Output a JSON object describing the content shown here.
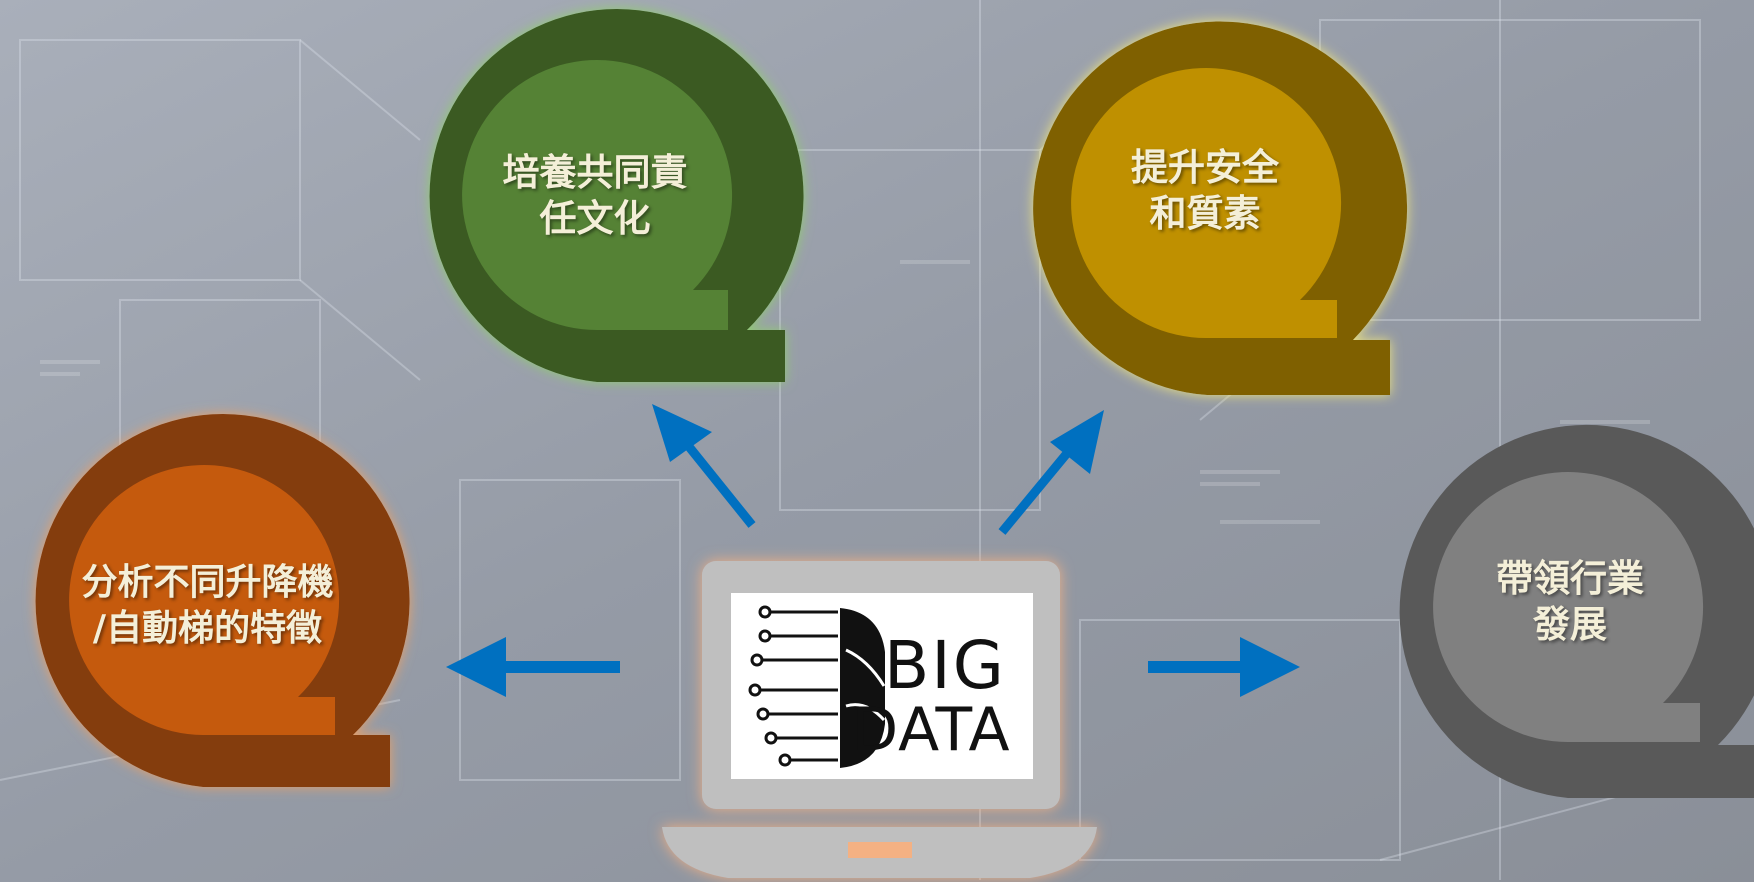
{
  "nodes": [
    {
      "id": "culture",
      "lines": [
        "培養共同責",
        "任文化"
      ],
      "outer_color": "#3a5a22",
      "inner_color": "#548235",
      "glow_color": "#8fd16a"
    },
    {
      "id": "safety",
      "lines": [
        "提升安全",
        "和質素"
      ],
      "outer_color": "#7f6000",
      "inner_color": "#bf9000",
      "glow_color": "#f5ea7a"
    },
    {
      "id": "analyze",
      "lines": [
        "分析不同升降機",
        "/自動梯的特徵"
      ],
      "outer_color": "#843c0c",
      "inner_color": "#c55a11",
      "glow_color": "#f0a060"
    },
    {
      "id": "lead",
      "lines": [
        "帶領行業",
        "發展"
      ],
      "outer_color": "#595959",
      "inner_color": "#808080",
      "glow_color": "#9a9a9a"
    }
  ],
  "center": {
    "logo_line1": "BIG",
    "logo_line2": "DATA",
    "laptop_color": "#bfbfbf",
    "glow_color": "#f4b183"
  },
  "arrow_color": "#0070c0",
  "arrows": [
    "to-culture",
    "to-safety",
    "to-analyze",
    "to-lead"
  ]
}
